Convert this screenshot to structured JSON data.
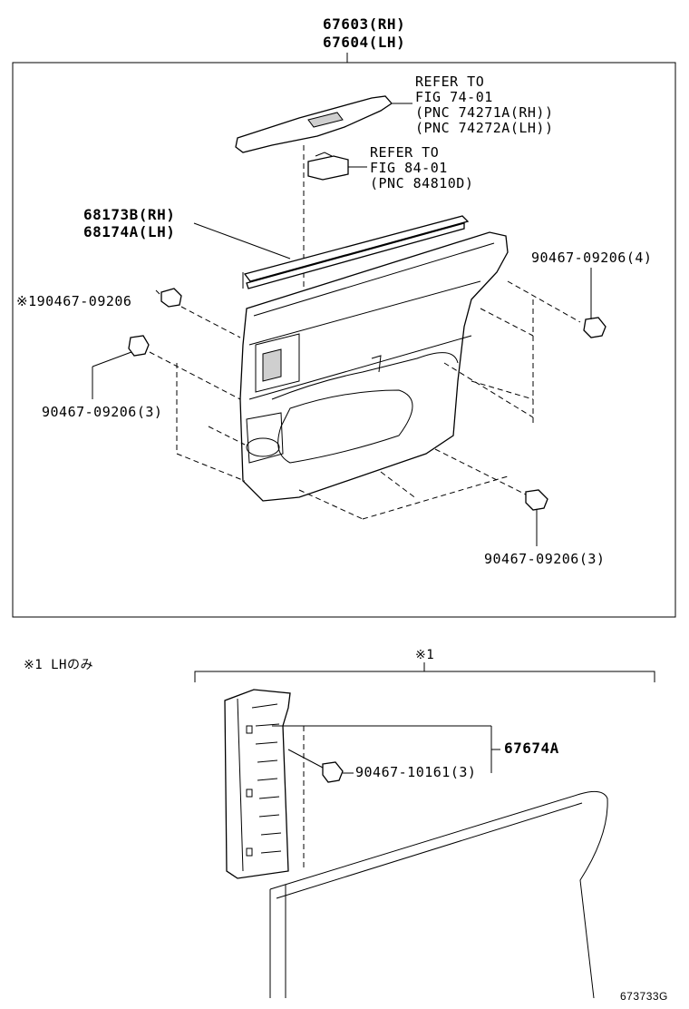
{
  "diagram": {
    "top_part": {
      "line1": "67603(RH)",
      "line2": "67604(LH)"
    },
    "refer_switch": {
      "l1": "REFER TO",
      "l2": "FIG 74-01",
      "l3": "(PNC 74271A(RH))",
      "l4": "(PNC 74272A(LH))"
    },
    "refer_lamp": {
      "l1": "REFER TO",
      "l2": "FIG 84-01",
      "l3": "(PNC 84810D)"
    },
    "weatherstrip": {
      "line1": "68173B(RH)",
      "line2": "68174A(LH)"
    },
    "clip_note": "※190467-09206",
    "clip_right": "90467-09206(4)",
    "clip_left": "90467-09206(3)",
    "clip_bottom": "90467-09206(3)",
    "lh_note": "※1 LHのみ",
    "bracket_note": "※1",
    "pillar_part": "67674A",
    "pillar_clip": "90467-10161(3)",
    "figure_code": "673733G"
  }
}
